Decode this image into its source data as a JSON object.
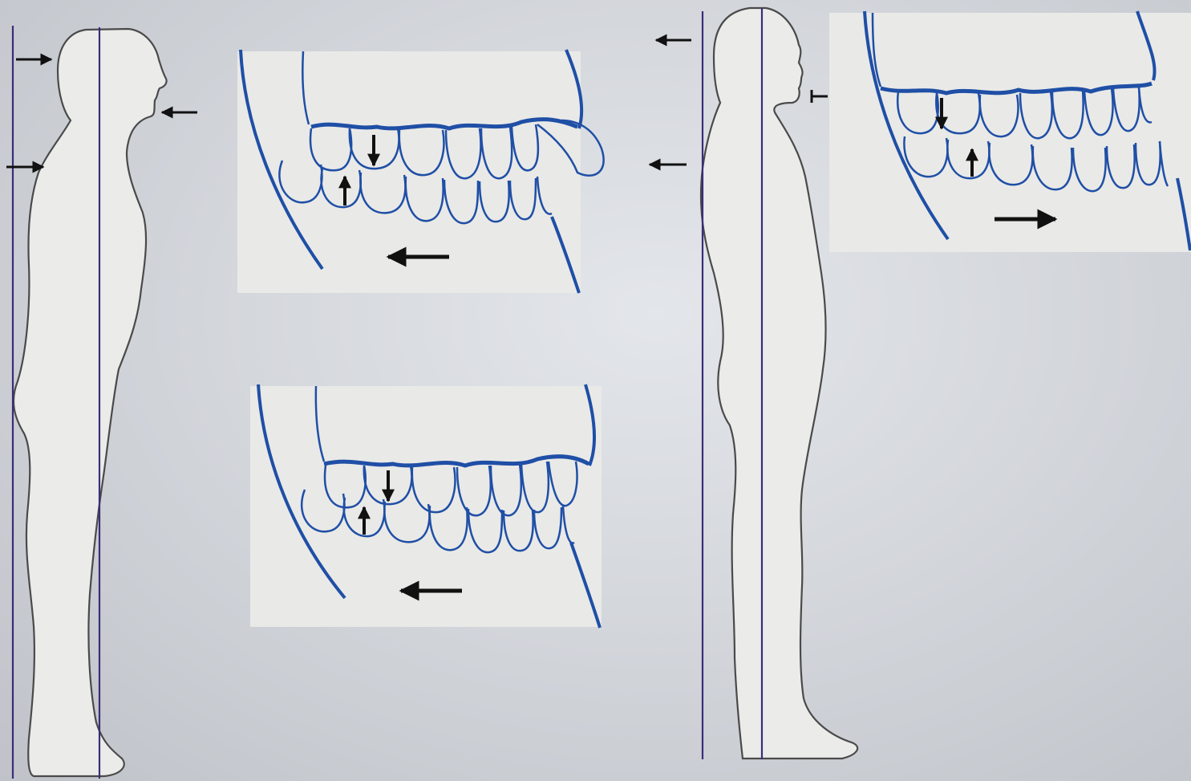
{
  "figure": {
    "background_color": "#d5d8dc",
    "body_fill": "#ebebea",
    "body_outline": "#4a4a4a",
    "plumb_line_color": "#3a2d78",
    "teeth_line_color": "#1f4fa6",
    "arrow_color": "#111111",
    "panel_fill": "#e9e9e7",
    "panels": [
      {
        "id": "forward-head-occlusion-1",
        "horizontal_shift": "left"
      },
      {
        "id": "forward-head-occlusion-2",
        "horizontal_shift": "left"
      },
      {
        "id": "upright-occlusion",
        "horizontal_shift": "right"
      }
    ]
  }
}
